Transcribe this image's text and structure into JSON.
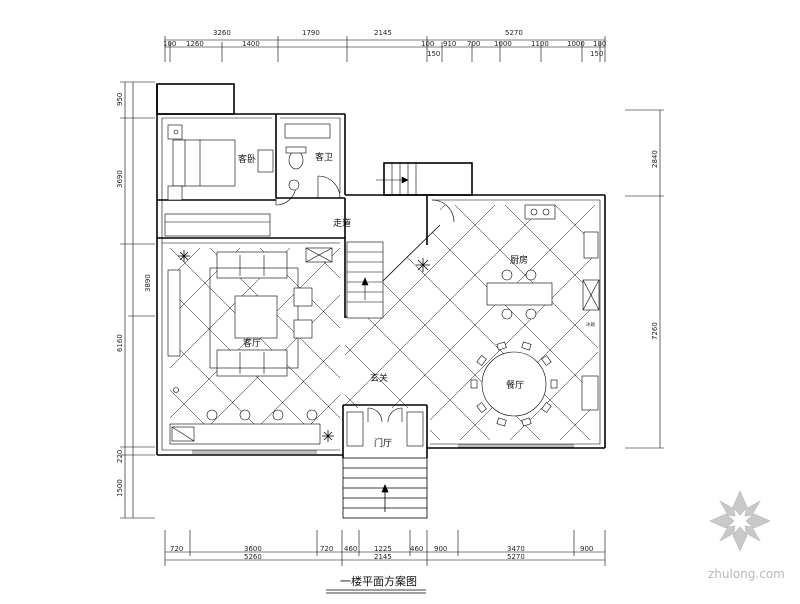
{
  "caption": "一楼平面方案图",
  "watermark": {
    "text": "zhulong.com",
    "logo": "zhulong-logo-icon"
  },
  "dimensions": {
    "top_row1": [
      "3260",
      "1790",
      "2145",
      "5270"
    ],
    "top_row2_left": [
      "100",
      "1260",
      "1400"
    ],
    "top_row2_right": [
      "100",
      "910",
      "700",
      "1000",
      "1100",
      "1000",
      "150"
    ],
    "top_row2_right_extra": [
      "150",
      "150"
    ],
    "top_row2_right_end": "100",
    "bottom_row1": [
      "720",
      "3600",
      "720",
      "460",
      "1225",
      "460",
      "900",
      "3470",
      "900"
    ],
    "bottom_row2": [
      "5260",
      "2145",
      "5270"
    ],
    "left": [
      "950",
      "3690",
      "3890",
      "6160",
      "220",
      "1500"
    ],
    "right": [
      "2840",
      "7260"
    ]
  },
  "rooms": {
    "bedroom": "客卧",
    "bathroom": "客卫",
    "corridor": "走道",
    "living": "客厅",
    "dining": "餐厅",
    "kitchen_nook": "厨房",
    "hall": "玄关",
    "foyer": "门厅",
    "fridge": "冰箱"
  }
}
